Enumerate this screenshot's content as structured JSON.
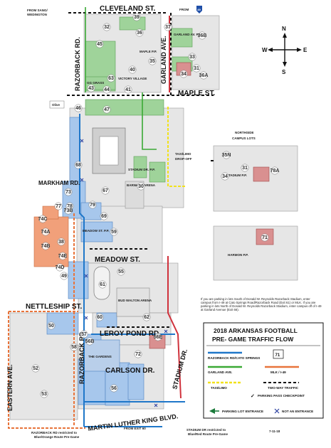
{
  "streets": {
    "cleveland": "CLEVELAND ST.",
    "razorback": "RAZORBACK RD.",
    "garland": "GARLAND AVE.",
    "maple": "MAPLE ST.",
    "markham": "MARKHAM RD.",
    "meadow": "MEADOW ST.",
    "nettleship": "NETTLESHIP ST.",
    "leroy_pond": "LEROY POND RD.",
    "razorback_lower": "RAZORBACK RD.",
    "carlson": "CARLSON DR.",
    "stadium": "STADIUM DR.",
    "eastern": "EASTERN AVE.",
    "mlk": "MARTIN LUTHER KING BLVD."
  },
  "place_labels": {
    "from_sang": "FROM SANG/",
    "from_sang2": "WEDINGTON",
    "from_i49": "FROM",
    "i49_shield": "49",
    "olive": "Olive",
    "taxi_limo": "TAXI/LIMO",
    "drop_off": "DROP-OFF",
    "northside": "NORTHSIDE",
    "campus_lots": "CAMPUS LOTS",
    "from_exit_60": "FROM EXIT 60",
    "the_gardens": "THE GARDENS"
  },
  "lot_labels": [
    "37",
    "45",
    "44",
    "43",
    "41",
    "40",
    "36B",
    "36A",
    "47",
    "46",
    "73",
    "78",
    "77",
    "74A",
    "74B",
    "73B",
    "74C",
    "74D",
    "69",
    "74E",
    "30",
    "59",
    "79",
    "60",
    "67",
    "35",
    "31",
    "34",
    "32",
    "36",
    "33",
    "39",
    "56",
    "57",
    "55",
    "58",
    "62",
    "61",
    "50",
    "52",
    "53",
    "72",
    "71",
    "35N",
    "31",
    "34",
    "78A",
    "56E",
    "56B",
    "49",
    "38",
    "63",
    "68"
  ],
  "small_labels": {
    "garland_av_pp": "GARLAND AV. P.P.",
    "maple_pp": "MAPLE P.P.",
    "meadow_pp": "MEADOW ST. P.P.",
    "harmon_pp": "HARMON P.P.",
    "victory_village": "VICTORY VILLAGE",
    "gg_grass": "GG GRASS",
    "stadium_dr_pp": "STADIUM DR. P.P.",
    "barnhill": "BARNHILL ARENA",
    "bud_walton": "BUD WALTON ARENA",
    "stadium_pp": "STADIUM P.P."
  },
  "notes": {
    "park_south": "If you are parking in lots South of Donald W. Reynolds Razorback Stadium, enter campus from I-49 at Cato Springs Road/Razorback Road (Exit 61) or MLK. If you are parking in lots North of Donald W. Reynolds Razorback Stadium, enter campus off of I-49 at Garland Avenue (Exit 66).",
    "razorback_rd_restrict": "RAZORBACK RD restricted to Blue/Orange Route Pre-Game",
    "stadium_dr_restrict": "STADIUM DR restricted to Blue/Red Route Pre-Game",
    "date": "7-11-18"
  },
  "compass": {
    "n": "N",
    "s": "S",
    "e": "E",
    "w": "W"
  },
  "legend": {
    "title_1": "2018 ARKANSAS FOOTBALL",
    "title_2": "PRE- GAME TRAFFIC FLOW",
    "items": [
      {
        "label": "RAZORBACK RD/CATO SPRINGS",
        "color": "#1f77c9"
      },
      {
        "label": "GARLAND AVE.",
        "color": "#3aa935"
      },
      {
        "label": "MLK / I-49",
        "color": "#e8743b"
      },
      {
        "label": "TAXI/LIMO",
        "color": "#f2e21b"
      },
      {
        "label": "TWO-WAY TRAFFIC",
        "color": "#111111"
      },
      {
        "label": "PARKING PASS CHECKPOINT",
        "color": "#111111"
      },
      {
        "label": "PARKING LOT ENTRANCE",
        "color": "#1a7a3a"
      },
      {
        "label": "NOT AN ENTRANCE",
        "color": "#2a3fa0"
      }
    ],
    "shield": "71",
    "mlk_color": "#d0323c"
  }
}
